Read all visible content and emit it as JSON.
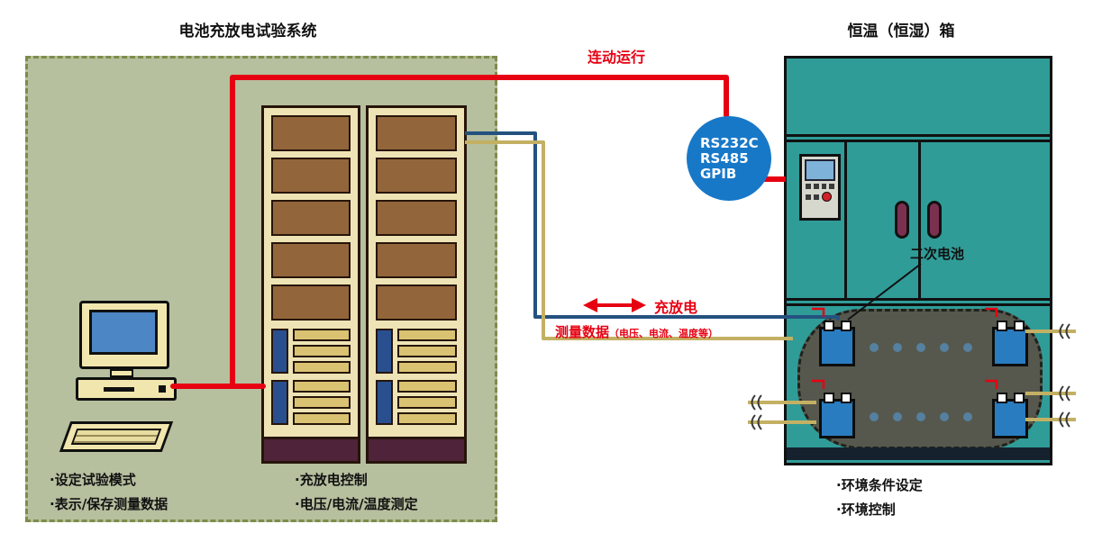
{
  "titles": {
    "test_system": "电池充放电试验系统",
    "chamber": "恒温（恒湿）箱"
  },
  "connections": {
    "linked_operation": "连动运行",
    "charge_discharge": "充放电",
    "measurement_data": "测量数据",
    "measurement_data_detail": "（电压、电流、温度等）"
  },
  "interface_circle": {
    "lines": [
      "RS232C",
      "RS485",
      "GPIB"
    ]
  },
  "chamber_labels": {
    "secondary_battery": "二次电池"
  },
  "notes": {
    "pc": [
      "·设定试验模式",
      "·表示/保存测量数据"
    ],
    "rack": [
      "·充放电控制",
      "·电压/电流/温度测定"
    ],
    "chamber": [
      "·环境条件设定",
      "·环境控制"
    ]
  },
  "colors": {
    "red_line": "#e60012",
    "blue_line": "#24527f",
    "khaki_line": "#c3b063",
    "interface_blue": "#1878c8",
    "system_box_fill": "#b6bf9e",
    "system_box_border": "#7d8c4a",
    "chamber_teal": "#2f9c98",
    "rack_body": "#eee3b4",
    "rack_panel": "#92653a",
    "battery_blue": "#2a7cc0",
    "interior_gray": "#56584e"
  }
}
